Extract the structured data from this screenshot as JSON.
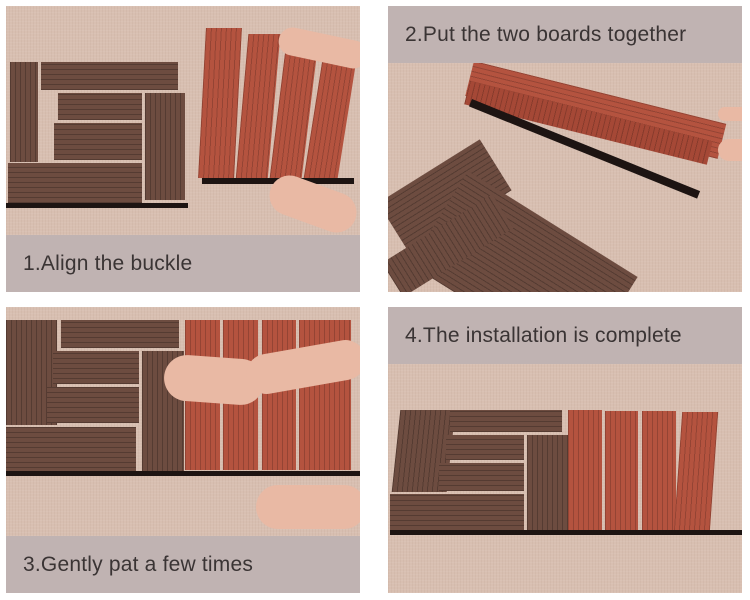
{
  "steps": [
    {
      "number": 1,
      "caption": "1.Align the buckle",
      "photo": "brown parquet tile and red striped tile being aligned by hands"
    },
    {
      "number": 2,
      "caption": "2.Put the two boards together",
      "photo": "red tile lifted over brown parquet tile"
    },
    {
      "number": 3,
      "caption": "3.Gently pat a few times",
      "photo": "hand pressing red tile next to brown tile"
    },
    {
      "number": 4,
      "caption": "4.The installation is complete",
      "photo": "brown and red tiles joined on floor"
    }
  ],
  "colors": {
    "caption_bg": "#c0b3b2",
    "caption_text": "#3a3434",
    "floor_bg": "#d8bfb1",
    "brown_tile": "#6d4c40",
    "red_tile": "#b4533f"
  }
}
